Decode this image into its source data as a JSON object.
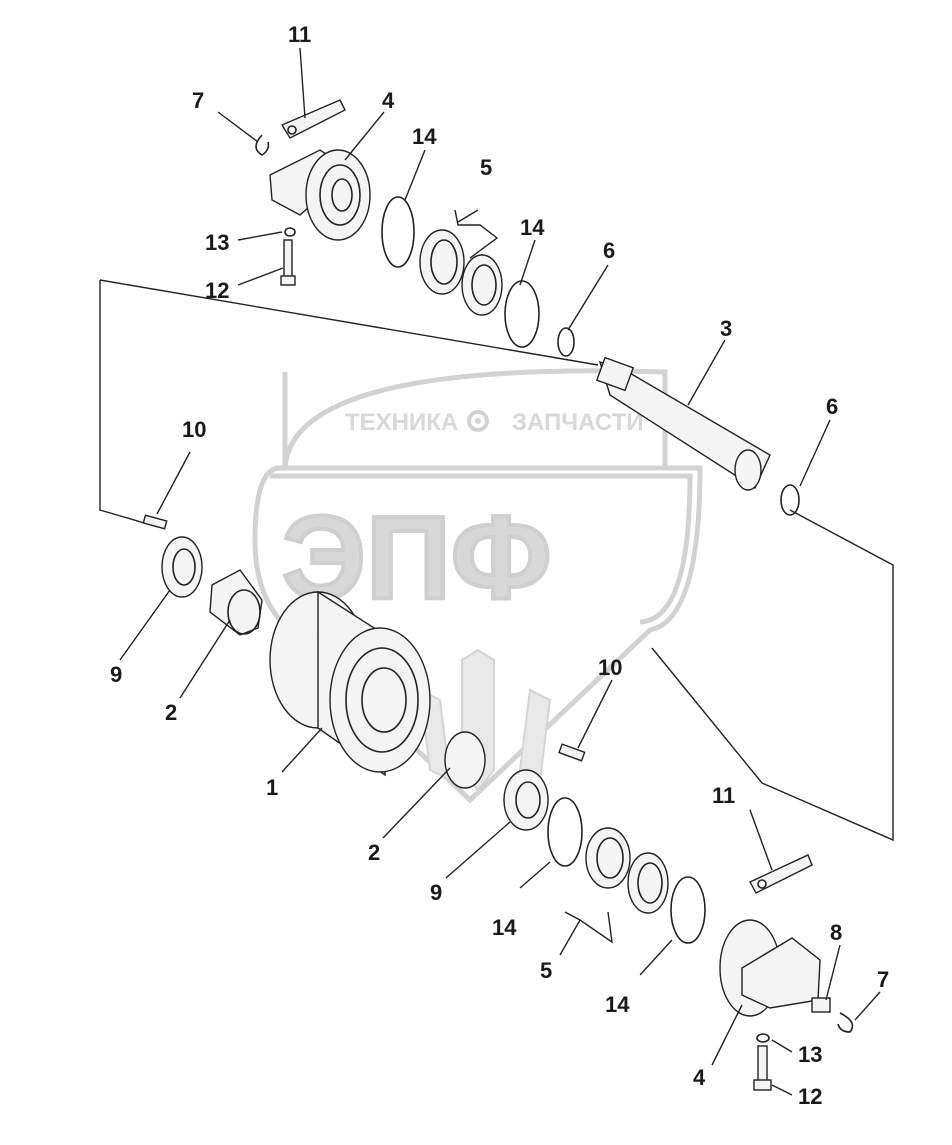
{
  "watermark": {
    "top_left": "ТЕХНИКА",
    "top_right": "ЗАПЧАСТИ",
    "logo": "ЭПФ",
    "gear_icon": "gear-icon"
  },
  "callouts": {
    "c11a": "11",
    "c7a": "7",
    "c4a": "4",
    "c14a": "14",
    "c5a": "5",
    "c14b": "14",
    "c13a": "13",
    "c12a": "12",
    "c6a": "6",
    "c3": "3",
    "c6b": "6",
    "c10a": "10",
    "c9a": "9",
    "c2a": "2",
    "c1": "1",
    "c10b": "10",
    "c2b": "2",
    "c9b": "9",
    "c11b": "11",
    "c14c": "14",
    "c8": "8",
    "c7b": "7",
    "c5b": "5",
    "c14d": "14",
    "c13b": "13",
    "c4b": "4",
    "c12b": "12"
  }
}
